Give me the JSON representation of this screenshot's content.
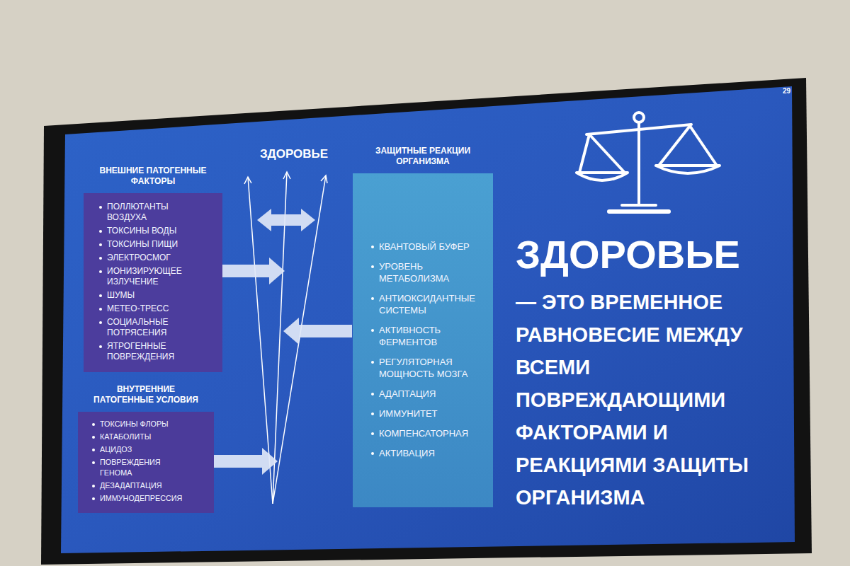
{
  "diagram": {
    "nodes": [
      {
        "text": [
          "ВНЕШНИЕ ПАТОГЕННЫЕ ФАКТОРЫ",
          "ПОЛЛЮТАНТЫ ВОЗДУХА",
          "ТОКСИНЫ ВОДЫ",
          "ТОКСИНЫ ПИЩИ",
          "ЭЛЕКТРОСМОГ",
          "ИОНИЗИРУЮЩЕЕ ИЗЛУЧЕНИЕ",
          "ШУМЫ",
          "МЕТЕО-ТРЕСС",
          "СОЦИАЛЬНЫЕ ПОТРЯСЕНИЯ",
          "ЯТРОГЕННЫЕ ПОВРЕЖДЕНИЯ"
        ]
      },
      {
        "text": [
          "ВНУТРЕННИЕ ПАТОГЕННЫЕ УСЛОВИЯ",
          "ТОКСИНЫ ФЛОРЫ",
          "КАТАБОЛИТЫ",
          "АЦИДОЗ",
          "ПОВРЕЖДЕНИЯ ГЕНОМА",
          "ДЕЗАДАПТАЦИЯ",
          "ИММУНОДЕПРЕССИЯ"
        ]
      },
      {
        "text": [
          "ЗАЩИТНЫЕ РЕАКЦИИ ОРГАНИЗМА",
          "КВАНТОВЫЙ БУФЕР",
          "УРОВЕНЬ МЕТАБОЛИЗМА",
          "АНТИОКСИДАНТНЫЕ СИСТЕМЫ",
          "АКТИВНОСТЬ ФЕРМЕНТОВ",
          "РЕГУЛЯТОРНАЯ МОЩНОСТЬ МОЗГА",
          "АДАПТАЦИЯ",
          "ИММУНИТЕТ",
          "КОМПЕНСАТОРНАЯ",
          "АКТИВАЦИЯ"
        ]
      }
    ],
    "labels": [
      "29",
      "ЗДОРОВЬЕ",
      "ЗДОРОВЬЕ",
      "— ЭТО ВРЕМЕННОЕ РАВНОВЕСИЕ МЕЖДУ ВСЕМИ ПОВРЕЖДАЮЩИМИ ФАКТОРАМИ И РЕАКЦИЯМИ ЗАЩИТЫ ОРГАНИЗМА"
    ]
  }
}
